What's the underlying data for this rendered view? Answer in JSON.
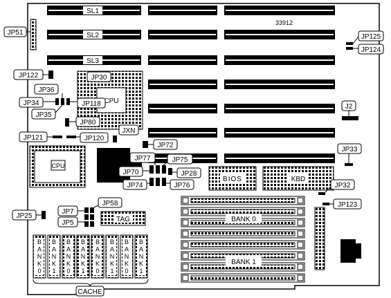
{
  "board": {
    "model_number": "33912",
    "slots": {
      "sl1": "SL1",
      "sl2": "SL2",
      "sl3": "SL3"
    },
    "chips": {
      "cpu_upper": "CPU",
      "cpu_lower": "CPU",
      "bios": "BIOS",
      "kbd": "KBD",
      "tag": "TAG"
    },
    "memory": {
      "bank0": "BANK 0",
      "bank1": "BANK 1"
    },
    "cache": {
      "label": "CACHE",
      "chips": [
        [
          "B",
          "A",
          "N",
          "K",
          "0"
        ],
        [
          "B",
          "A",
          "N",
          "K",
          "1"
        ],
        [
          "B",
          "A",
          "N",
          "K",
          "0"
        ],
        [
          "B",
          "A",
          "N",
          "K",
          "1"
        ],
        [
          "B",
          "A",
          "N",
          "K",
          "0"
        ],
        [
          "B",
          "A",
          "N",
          "K",
          "1"
        ],
        [
          "B",
          "A",
          "N",
          "K",
          "0"
        ],
        [
          "B",
          "A",
          "N",
          "K",
          "1"
        ]
      ]
    },
    "jumpers": {
      "jp51": "JP51",
      "jp125": "JP125",
      "jp124": "JP124",
      "jp122": "JP122",
      "jp30": "JP30",
      "jp36": "JP36",
      "jp34": "JP34",
      "jp118": "JP118",
      "jp35": "JP35",
      "jp80": "JP80",
      "j2": "J2",
      "jxn": "JXN",
      "jp121": "JP121",
      "jp120": "JP120",
      "jp72": "JP72",
      "jp33": "JP33",
      "jp77": "JP77",
      "jp75": "JP75",
      "jp70": "JP70",
      "jp28": "JP28",
      "jp74": "JP74",
      "jp76": "JP76",
      "jp32": "JP32",
      "jp123": "JP123",
      "jp25": "JP25",
      "jp7": "JP7",
      "jp58": "JP58",
      "jp5": "JP5"
    }
  }
}
